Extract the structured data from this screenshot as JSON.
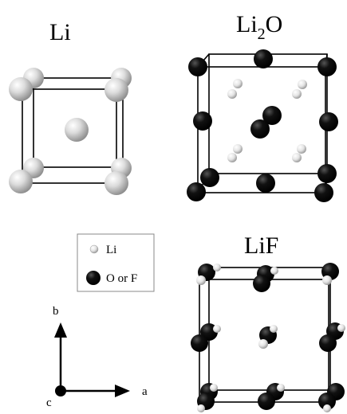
{
  "panels": {
    "li": {
      "title": "Li"
    },
    "li2o": {
      "title_main": "Li",
      "title_subscript": "2",
      "title_suffix": "O"
    },
    "lif": {
      "title": "LiF"
    }
  },
  "legend": {
    "items": [
      {
        "label": "Li",
        "atom": "lithium"
      },
      {
        "label": "O or F",
        "atom": "oxygen-or-fluorine"
      }
    ]
  },
  "axes": {
    "a_label": "a",
    "b_label": "b",
    "c_label": "c"
  },
  "colors": {
    "lithium_light": "#ffffff",
    "lithium_dark": "#9a9a9a",
    "anion": "#000000",
    "edge": "#000000",
    "legend_border": "#888888"
  }
}
